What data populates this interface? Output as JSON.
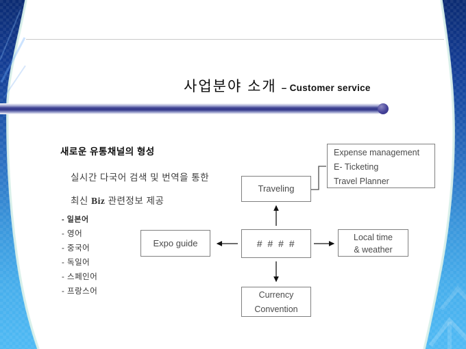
{
  "slide": {
    "title_ko": "사업분야 소개",
    "title_en": "– Customer service"
  },
  "left_panel": {
    "heading": "새로운 유통채널의 형성",
    "body_line1": "실시간 다국어 검색 및 번역을 통한",
    "body_line2_prefix": "최신 ",
    "body_line2_biz": "Biz",
    "body_line2_suffix": " 관련정보 제공",
    "languages": [
      "- 일본어",
      "- 영어",
      "- 중국어",
      "- 독일어",
      "- 스페인어",
      "- 프랑스어"
    ]
  },
  "diagram": {
    "center_box": "#  #  #  #",
    "traveling_box": "Traveling",
    "expo_box": "Expo guide",
    "local_box_line1": "Local time",
    "local_box_line2": "& weather",
    "currency_box_line1": "Currency",
    "currency_box_line2": "Convention",
    "services_box": [
      "Expense management",
      "E- Ticketing",
      "Travel Planner"
    ]
  },
  "colors": {
    "accent_bar": "#3d4191",
    "band_dark_navy": "#0b2b72",
    "band_mid_blue": "#2d74c4",
    "band_light_blue": "#4fbaf4",
    "band_edge_mint": "#d9f0ea",
    "box_border": "#7f7f7f",
    "box_text": "#4a4a4a",
    "rule_gray": "#c9c9c9"
  }
}
